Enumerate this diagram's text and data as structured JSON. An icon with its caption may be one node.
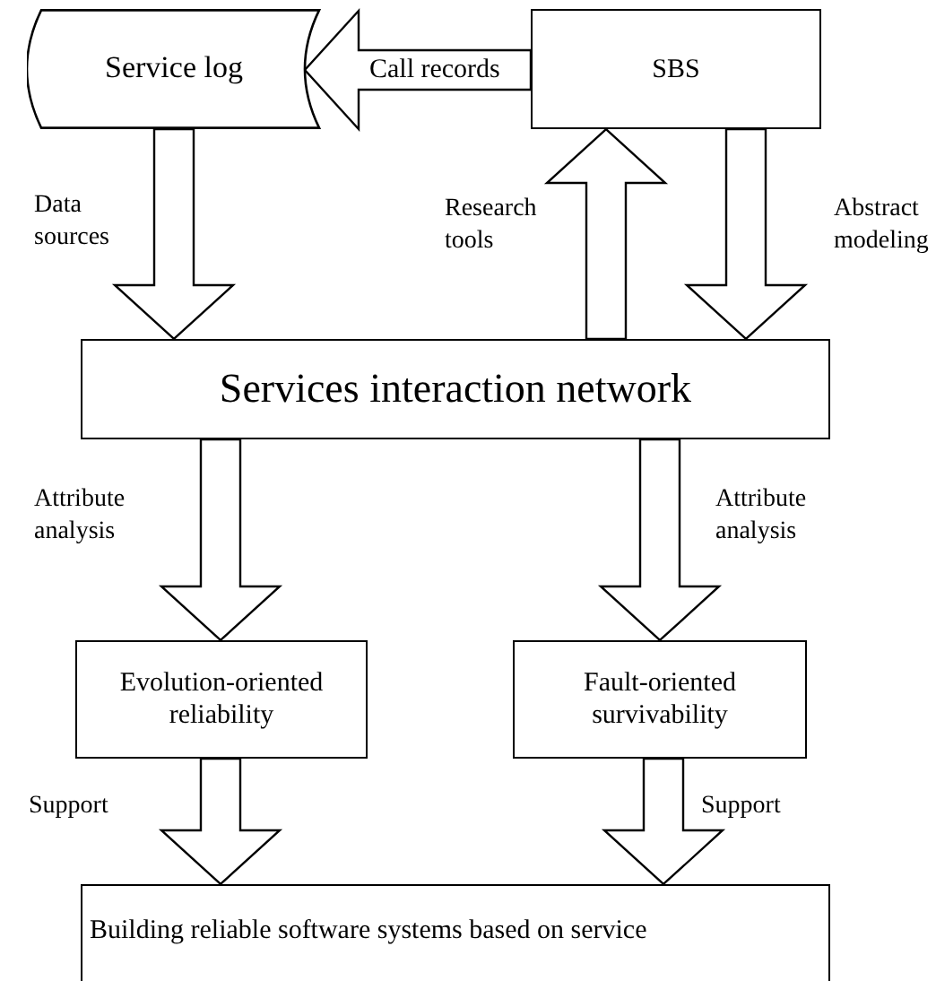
{
  "diagram": {
    "nodes": [
      {
        "text": [
          "Service log"
        ]
      },
      {
        "text": [
          "SBS"
        ]
      },
      {
        "text": [
          "Services interaction network"
        ]
      },
      {
        "text": [
          "Evolution-oriented reliability"
        ]
      },
      {
        "text": [
          "Fault-oriented survivability"
        ]
      },
      {
        "text": [
          "Building reliable software systems based on service"
        ]
      }
    ],
    "edges": [
      {
        "from": 1,
        "to": 0,
        "arrow": "to",
        "label": "Call records"
      },
      {
        "from": 0,
        "to": 2,
        "arrow": "to",
        "label": "Data sources"
      },
      {
        "from": 2,
        "to": 1,
        "arrow": "to",
        "label": "Research tools"
      },
      {
        "from": 1,
        "to": 2,
        "arrow": "to",
        "label": "Abstract modeling"
      },
      {
        "from": 2,
        "to": 3,
        "arrow": "to",
        "label": "Attribute analysis"
      },
      {
        "from": 2,
        "to": 4,
        "arrow": "to",
        "label": "Attribute analysis"
      },
      {
        "from": 3,
        "to": 5,
        "arrow": "to",
        "label": "Support"
      },
      {
        "from": 4,
        "to": 5,
        "arrow": "to",
        "label": "Support"
      }
    ]
  }
}
